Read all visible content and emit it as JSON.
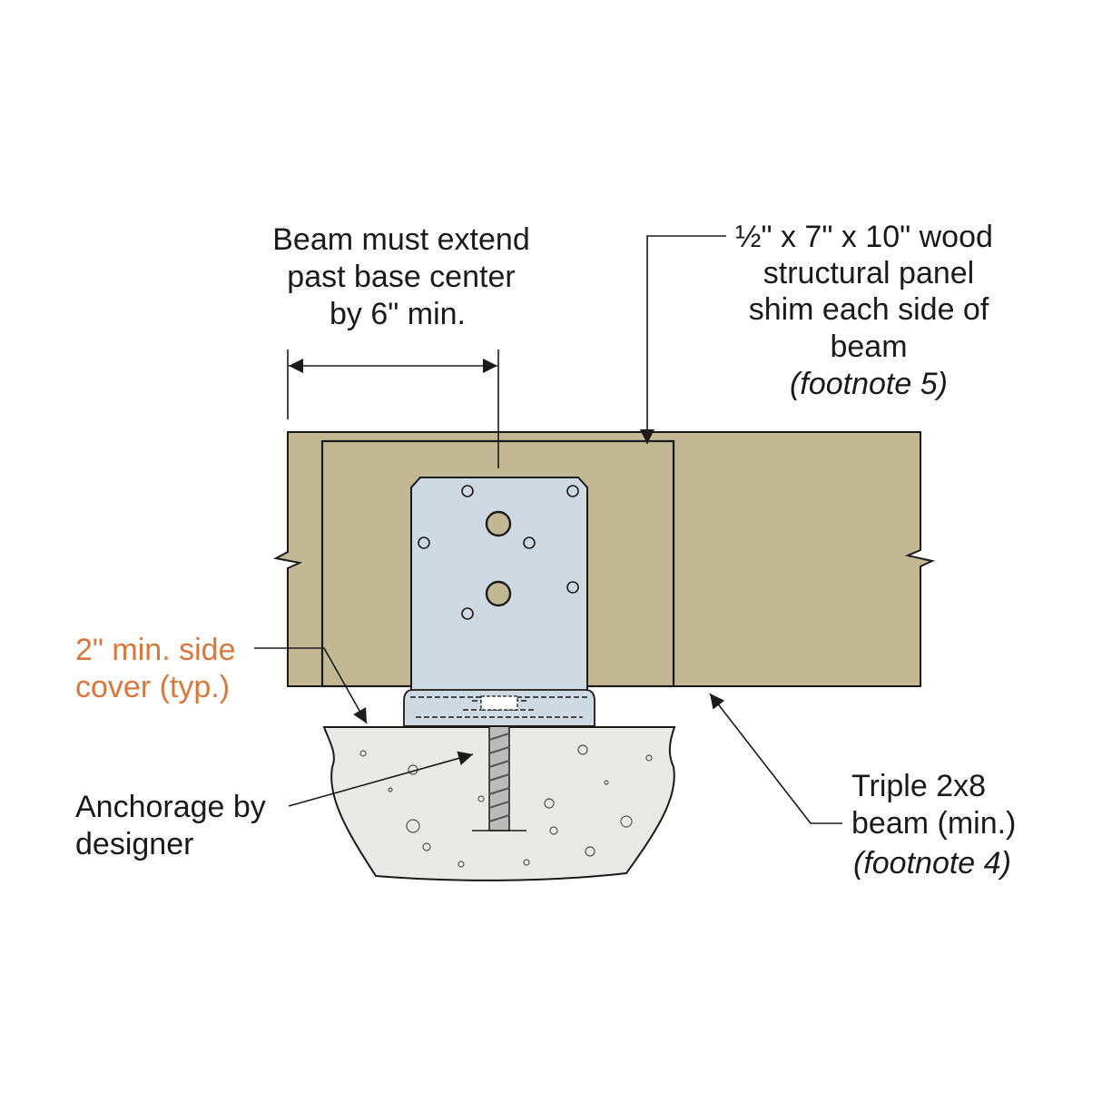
{
  "colors": {
    "beam": "#c2b994",
    "plate": "#cfd9e2",
    "concrete": "#e9e9e7",
    "side_cover_text": "#d9773a",
    "line": "#1a1a1a"
  },
  "labels": {
    "beam_extend": [
      "Beam must extend",
      "past base center",
      "by 6\" min."
    ],
    "shim": [
      "½\" x 7\" x 10\" wood",
      "structural panel",
      "shim each side of",
      "beam",
      "(footnote 5)"
    ],
    "side_cover": [
      "2\" min. side",
      "cover (typ.)"
    ],
    "anchorage": [
      "Anchorage by",
      "designer"
    ],
    "beam": [
      "Triple 2x8",
      "beam (min.)",
      "(footnote 4)"
    ]
  }
}
